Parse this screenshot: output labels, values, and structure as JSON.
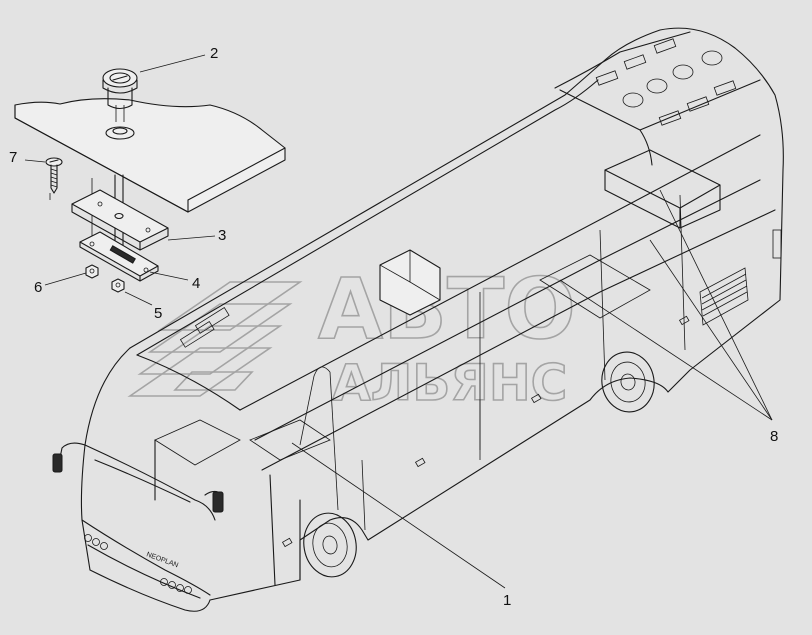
{
  "callouts": [
    {
      "id": "1",
      "label": "1"
    },
    {
      "id": "2",
      "label": "2"
    },
    {
      "id": "3",
      "label": "3"
    },
    {
      "id": "4",
      "label": "4"
    },
    {
      "id": "5",
      "label": "5"
    },
    {
      "id": "6",
      "label": "6"
    },
    {
      "id": "7",
      "label": "7"
    },
    {
      "id": "8",
      "label": "8"
    }
  ],
  "bus_badge": "NEOPLAN",
  "watermark": {
    "line1": "АВТО",
    "line2": "АЛЬЯНС"
  },
  "colors": {
    "background": "#e3e3e3",
    "line": "#1a1a1a",
    "watermark": "#9a9a9a"
  }
}
